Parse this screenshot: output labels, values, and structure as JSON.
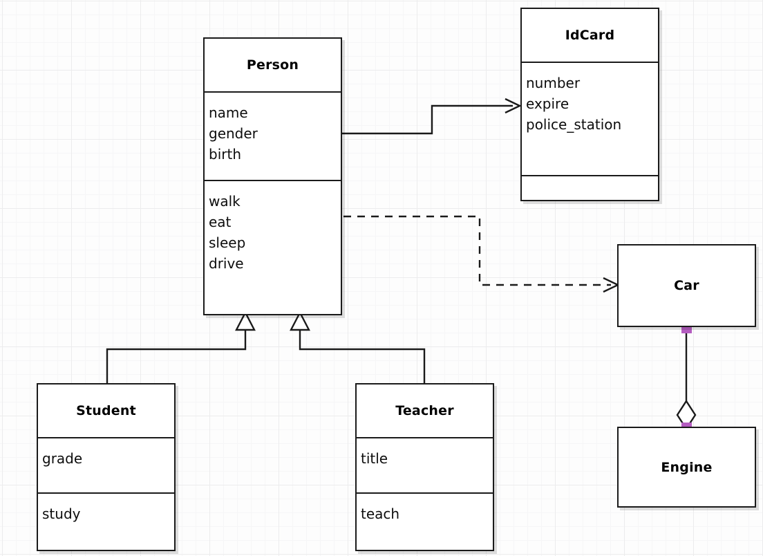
{
  "diagram": {
    "type": "uml-class-diagram",
    "background": "#fdfdfd",
    "grid_color": "#ececed",
    "line_color": "#1a1a1a",
    "endpoint_marker_color": "#b45cc0"
  },
  "classes": {
    "person": {
      "name": "Person",
      "attributes": [
        "name",
        "gender",
        "birth"
      ],
      "methods": [
        "walk",
        "eat",
        "sleep",
        "drive"
      ]
    },
    "idcard": {
      "name": "IdCard",
      "attributes": [
        "number",
        "expire",
        "police_station"
      ],
      "methods": []
    },
    "student": {
      "name": "Student",
      "attributes": [
        "grade"
      ],
      "methods": [
        "study"
      ]
    },
    "teacher": {
      "name": "Teacher",
      "attributes": [
        "title"
      ],
      "methods": [
        "teach"
      ]
    },
    "car": {
      "name": "Car",
      "attributes": [],
      "methods": []
    },
    "engine": {
      "name": "Engine",
      "attributes": [],
      "methods": []
    }
  },
  "relationships": [
    {
      "id": "person-idcard",
      "kind": "association",
      "from": "Person",
      "to": "IdCard",
      "line": "solid",
      "arrowhead": "open"
    },
    {
      "id": "person-car",
      "kind": "dependency",
      "from": "Person",
      "to": "Car",
      "line": "dashed",
      "arrowhead": "open"
    },
    {
      "id": "student-person",
      "kind": "generalization",
      "from": "Student",
      "to": "Person",
      "line": "solid",
      "arrowhead": "hollow-triangle"
    },
    {
      "id": "teacher-person",
      "kind": "generalization",
      "from": "Teacher",
      "to": "Person",
      "line": "solid",
      "arrowhead": "hollow-triangle"
    },
    {
      "id": "car-engine",
      "kind": "aggregation",
      "from": "Car",
      "to": "Engine",
      "line": "solid",
      "arrowhead": "hollow-diamond"
    }
  ]
}
